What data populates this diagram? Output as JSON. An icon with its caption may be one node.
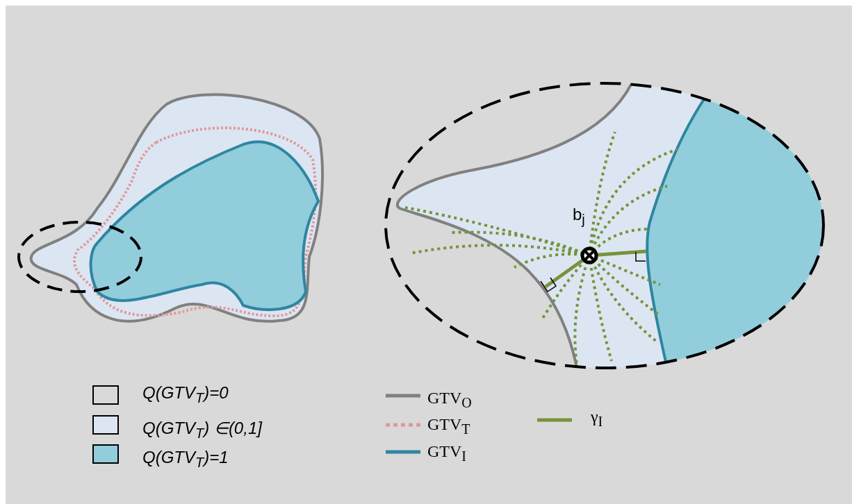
{
  "diagram": {
    "labels": [
      "b$_{j}$"
    ],
    "legend": [
      {
        "text": "Q(GTV$_{T}$)=0",
        "color": "#d9d9d9"
      },
      {
        "text": "Q(GTV$_{T}$) ∈(0,1]",
        "color": "#dce6f2"
      },
      {
        "text": "Q(GTV$_{T}$)=1",
        "color": "#92cddc"
      },
      {
        "text": "GTV$_{O}$"
      },
      {
        "text": "GTV$_{T}$"
      },
      {
        "text": "GTV$_{I}$"
      },
      {
        "text": "γ$_{I}$"
      }
    ]
  }
}
